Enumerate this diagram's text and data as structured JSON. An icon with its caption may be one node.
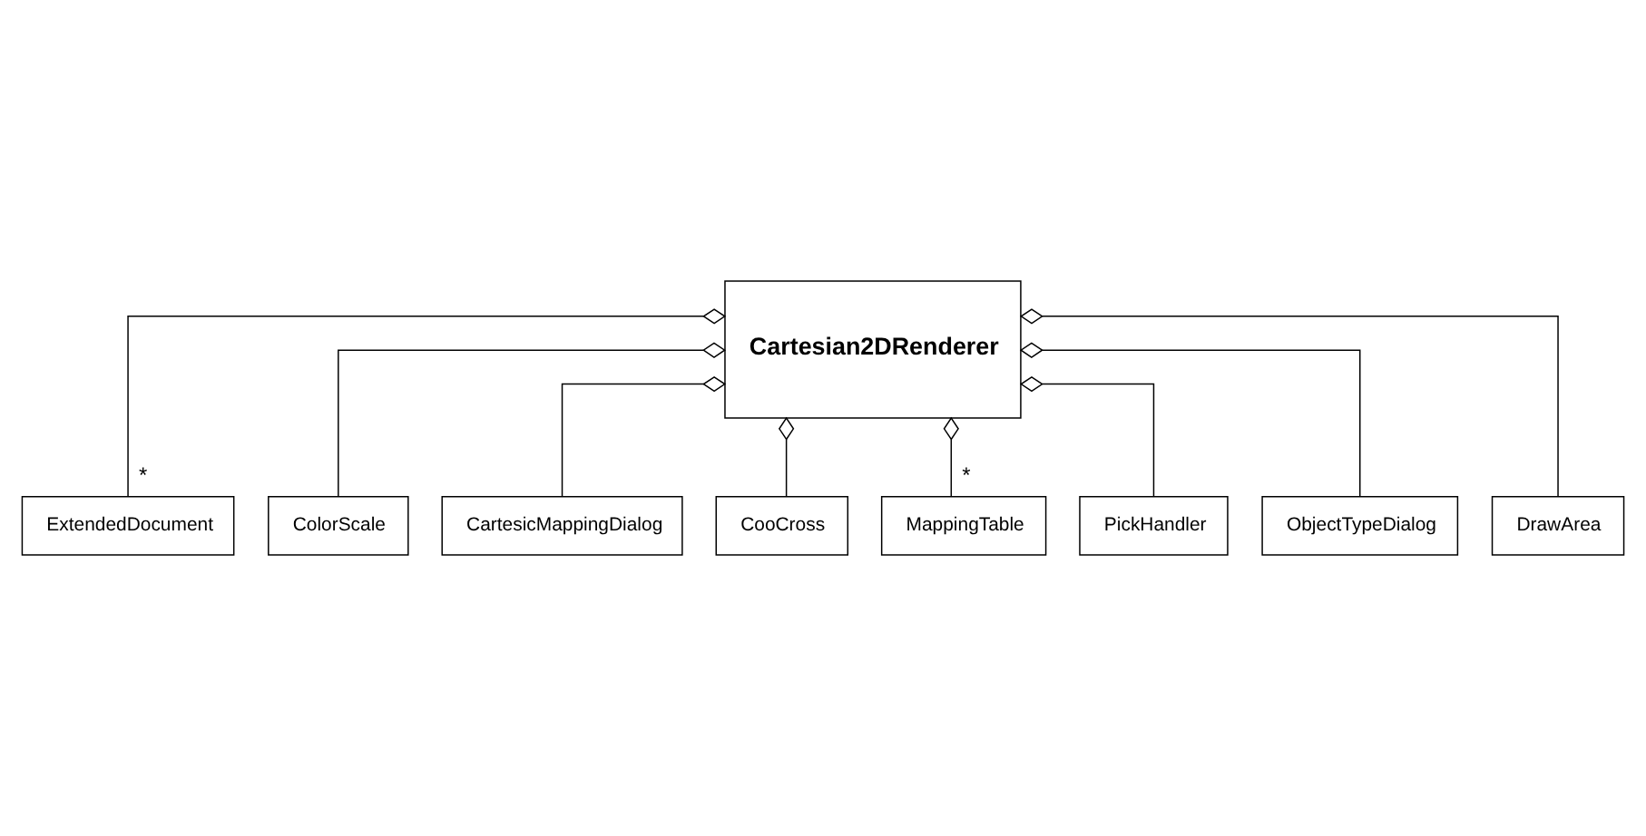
{
  "diagram": {
    "nodes": [
      {
        "text": [
          "Cartesian2DRenderer"
        ]
      },
      {
        "text": [
          "ExtendedDocument"
        ]
      },
      {
        "text": [
          "ColorScale"
        ]
      },
      {
        "text": [
          "CartesicMappingDialog"
        ]
      },
      {
        "text": [
          "CooCross"
        ]
      },
      {
        "text": [
          "MappingTable"
        ]
      },
      {
        "text": [
          "PickHandler"
        ]
      },
      {
        "text": [
          "ObjectTypeDialog"
        ]
      },
      {
        "text": [
          "DrawArea"
        ]
      }
    ],
    "edges": [
      {
        "from": 0,
        "to": 1,
        "arrow": "other",
        "label": "*"
      },
      {
        "from": 0,
        "to": 2,
        "arrow": "other"
      },
      {
        "from": 0,
        "to": 3,
        "arrow": "other"
      },
      {
        "from": 0,
        "to": 4,
        "arrow": "other"
      },
      {
        "from": 0,
        "to": 5,
        "arrow": "other",
        "label": "*"
      },
      {
        "from": 0,
        "to": 6,
        "arrow": "other"
      },
      {
        "from": 0,
        "to": 7,
        "arrow": "other"
      },
      {
        "from": 0,
        "to": 8,
        "arrow": "other"
      }
    ]
  }
}
